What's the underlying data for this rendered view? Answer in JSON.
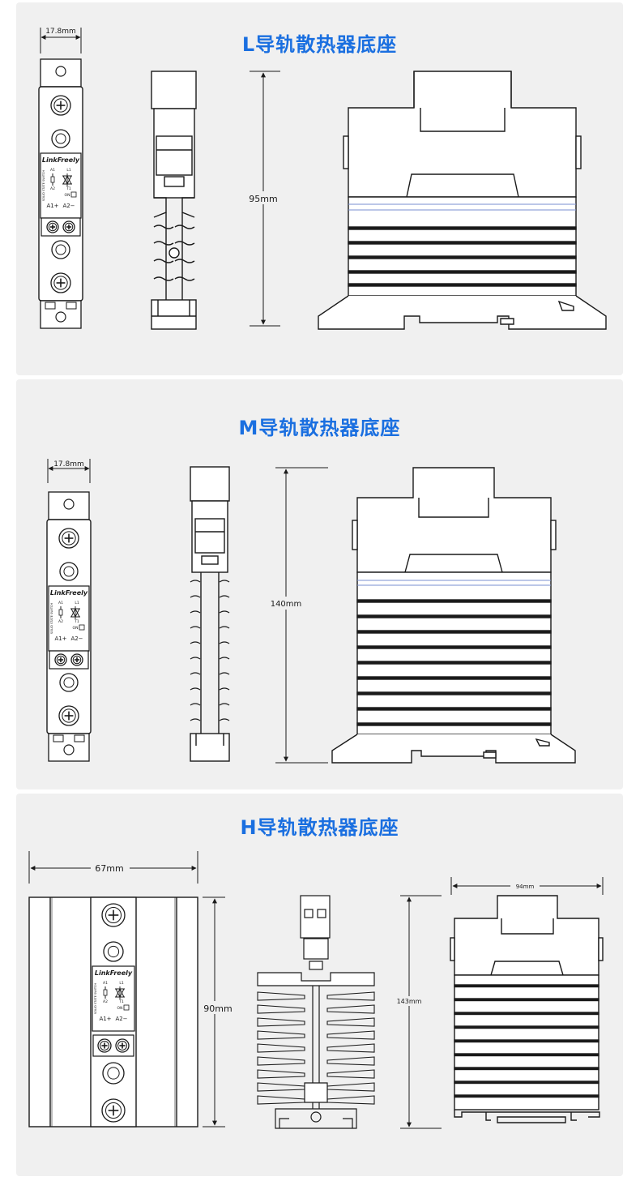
{
  "sections": {
    "L": {
      "title": "L导轨散热器底座",
      "width_label": "17.8mm",
      "height_label": "95mm"
    },
    "M": {
      "title": "M导轨散热器底座",
      "width_label": "17.8mm",
      "height_label": "140mm"
    },
    "H": {
      "title": "H导轨散热器底座",
      "width_label": "67mm",
      "height_label": "90mm",
      "side_height_label": "143mm",
      "side_width_label": "94mm"
    }
  },
  "relay": {
    "brand": "LinkFreely",
    "side_text": "SOLID STATE SWITCH",
    "terminal_a1": "A1",
    "terminal_a2": "A2",
    "terminal_l1": "L1",
    "terminal_t1": "T1",
    "on_label": "ON",
    "a1_plus": "A1+",
    "a2_minus": "A2−"
  },
  "colors": {
    "accent": "#1a6fe0",
    "panel_bg": "#f0f0f0",
    "line": "#1a1a1a",
    "rail_blue": "#7a8fd0"
  }
}
